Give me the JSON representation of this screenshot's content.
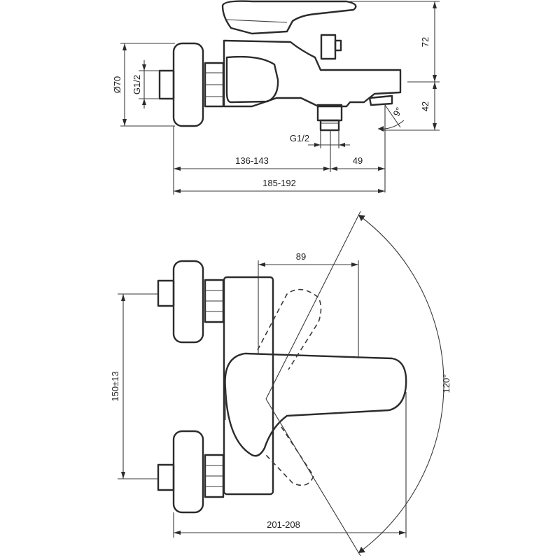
{
  "top_view": {
    "dim_diameter": "Ø70",
    "dim_thread_left": "G1/2",
    "dim_thread_bottom": "G1/2",
    "dim_height_upper": "72",
    "dim_height_lower": "42",
    "dim_angle_small": "9°",
    "dim_wall_to_spout": "136-143",
    "dim_spout": "49",
    "dim_total_depth": "185-192"
  },
  "front_view": {
    "dim_lever_offset": "89",
    "dim_centers": "150±13",
    "dim_rotation": "120°",
    "dim_total_width": "201-208"
  }
}
